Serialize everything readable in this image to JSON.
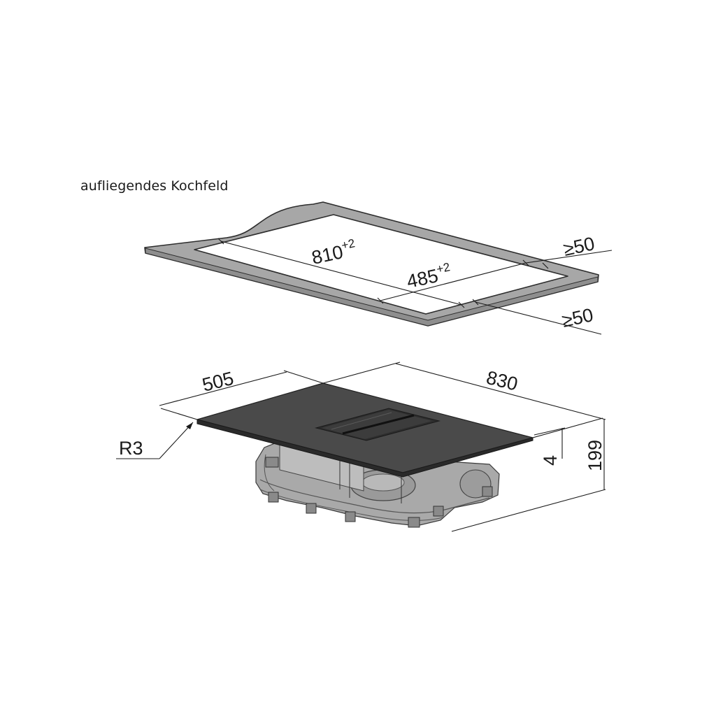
{
  "caption": "aufliegendes Kochfeld",
  "cutout": {
    "length_value": "810",
    "length_tolerance": "+2",
    "width_value": "485",
    "width_tolerance": "+2",
    "clearance_top": "≥50",
    "clearance_bottom": "≥50"
  },
  "hob": {
    "width": "505",
    "length": "830",
    "radius": "R3",
    "glass_thickness": "4",
    "total_height": "199"
  },
  "colors": {
    "frame_fill": "#a7a7a7",
    "frame_stroke": "#2d2d2d",
    "glass_top": "#4a4a4a",
    "glass_edge": "#2a2a2a",
    "motor_body": "#a9a9a9",
    "motor_shadow": "#7c7c7c",
    "lines": "#1a1a1a"
  }
}
